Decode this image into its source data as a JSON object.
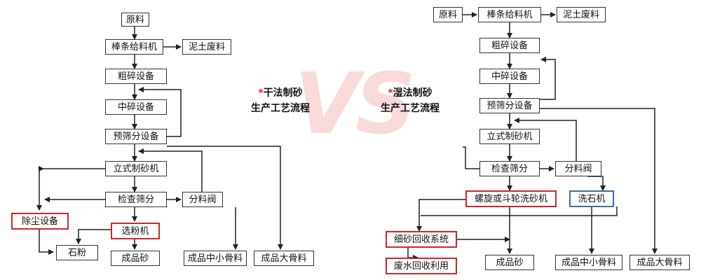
{
  "left": {
    "raw": "原料",
    "feeder": "棒条给料机",
    "soil_waste": "泥土废料",
    "coarse": "粗碎设备",
    "medium": "中碎设备",
    "prescreen": "预筛分设备",
    "sandmaker": "立式制砂机",
    "checkscreen": "检查筛分",
    "splitter": "分料阀",
    "dust": "除尘设备",
    "powder_sel": "选粉机",
    "stone_powder": "石粉",
    "product_sand": "成品砂",
    "product_mid": "成品中小骨料",
    "product_big": "成品大骨料"
  },
  "right": {
    "raw": "原料",
    "feeder": "棒条给料机",
    "soil_waste": "泥土废料",
    "coarse": "粗碎设备",
    "medium": "中碎设备",
    "prescreen": "预筛分设备",
    "sandmaker": "立式制砂机",
    "checkscreen": "检查筛分",
    "splitter": "分料阀",
    "washer": "螺旋或斗轮洗砂机",
    "stone_washer": "洗石机",
    "fine_recovery": "细砂回收系统",
    "water_recovery": "废水回收利用",
    "product_sand": "成品砂",
    "product_mid": "成品中小骨料",
    "product_big": "成品大骨料"
  },
  "titles": {
    "star": "*",
    "dry_line1": "干法制砂",
    "dry_line2": "生产工艺流程",
    "wet_line1": "湿法制砂",
    "wet_line2": "生产工艺流程",
    "vs": "VS"
  },
  "colors": {
    "highlight_red": "#d0262c",
    "highlight_blue": "#3a6ea5",
    "star": "#e02020"
  }
}
